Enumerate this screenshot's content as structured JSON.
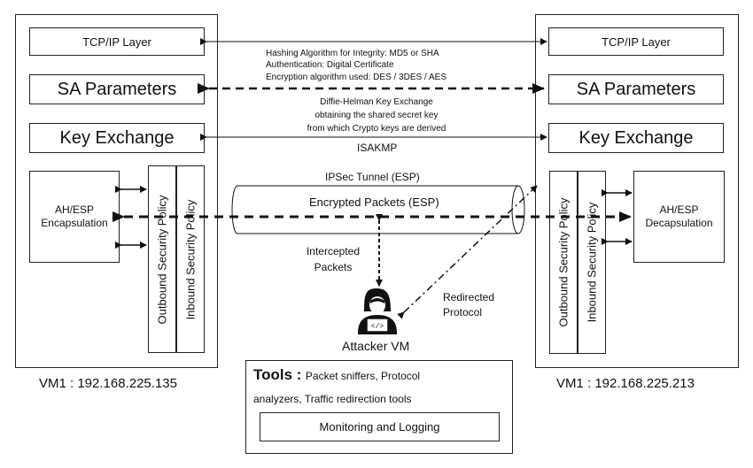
{
  "left_vm": {
    "tcpip": "TCP/IP Layer",
    "sa": "SA Parameters",
    "key": "Key Exchange",
    "encap": "AH/ESP Encapsulation",
    "outbound": "Outbound Security Policy",
    "inbound": "Inbound Security Policy",
    "label": "VM1 : 192.168.225.135"
  },
  "right_vm": {
    "tcpip": "TCP/IP Layer",
    "sa": "SA Parameters",
    "key": "Key Exchange",
    "decap": "AH/ESP Decapsulation",
    "outbound": "Outbound Security Policy",
    "inbound": "Inbound Security Policy",
    "label": "VM1 : 192.168.225.213"
  },
  "middle": {
    "hash": "Hashing Algorithm for Integrity: MD5 or SHA",
    "auth": "Authentication: Digital Certificate",
    "enc": "Encryption algorithm used: DES / 3DES / AES",
    "dh1": "Diffie-Helman Key Exchange",
    "dh2": "obtaining the shared secret key",
    "dh3": "from which Crypto keys are derived",
    "isakmp": "ISAKMP",
    "tunnel_label": "IPSec Tunnel (ESP)",
    "tunnel_text": "Encrypted Packets (ESP)",
    "intercepted1": "Intercepted",
    "intercepted2": "Packets",
    "redirected1": "Redirected",
    "redirected2": "Protocol",
    "attacker": "Attacker VM"
  },
  "tools": {
    "title": "Tools :",
    "line1": "Packet sniffers, Protocol",
    "line2": "analyzers, Traffic redirection tools",
    "monitor": "Monitoring and Logging"
  },
  "icons": [
    "hacker-icon"
  ]
}
